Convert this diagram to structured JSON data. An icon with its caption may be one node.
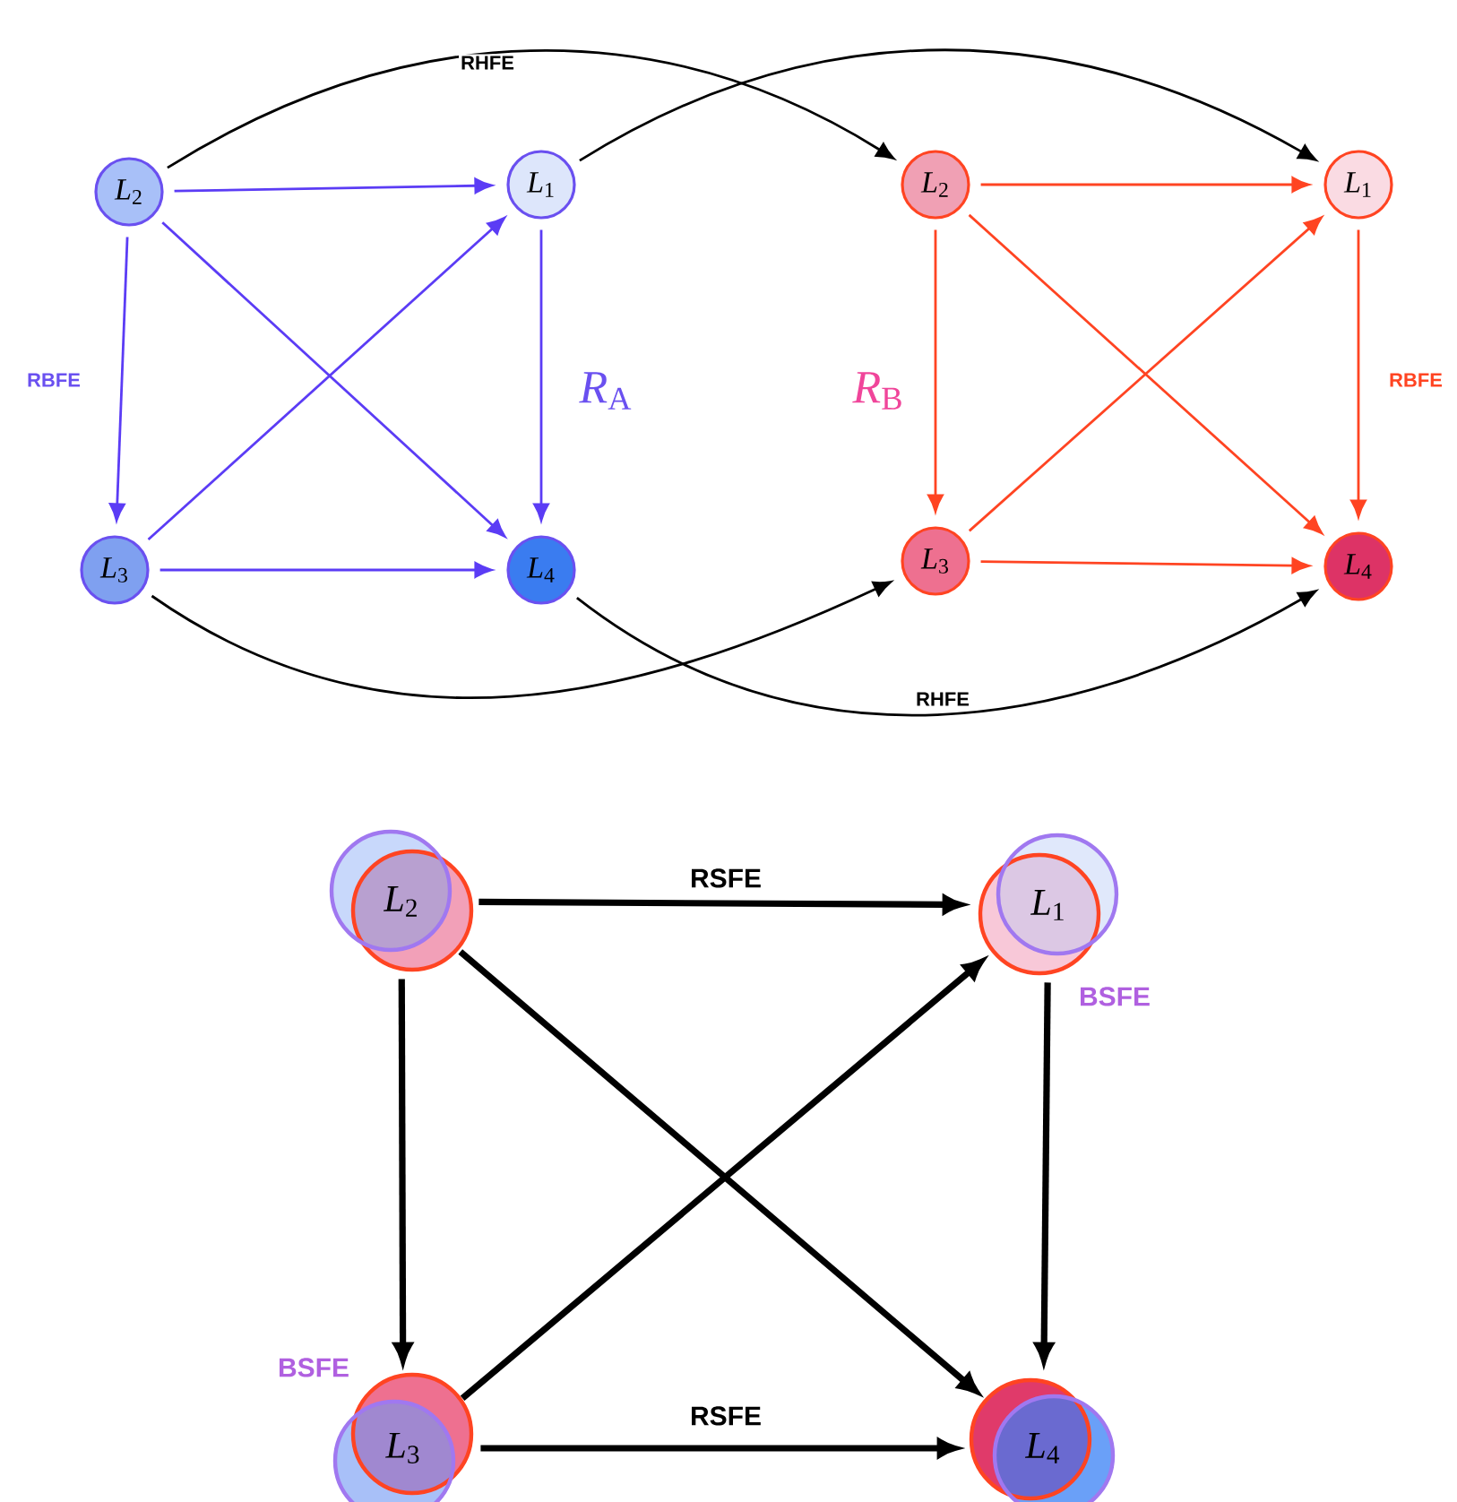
{
  "diagram": {
    "nodes": [
      {
        "text": [
          "*L*$_{2}$"
        ]
      },
      {
        "text": [
          "*L*$_{1}$"
        ]
      },
      {
        "text": [
          "*L*$_{3}$"
        ]
      },
      {
        "text": [
          "*L*$_{4}$"
        ]
      },
      {
        "text": [
          "*L*$_{2}$"
        ]
      },
      {
        "text": [
          "*L*$_{1}$"
        ]
      },
      {
        "text": [
          "*L*$_{3}$"
        ]
      },
      {
        "text": [
          "*L*$_{4}$"
        ]
      },
      {
        "text": [
          "*L*$_{2}$"
        ]
      },
      {
        "text": [
          "*L*$_{1}$"
        ]
      },
      {
        "text": [
          "*L*$_{3}$"
        ]
      },
      {
        "text": [
          "*L*$_{4}$"
        ]
      }
    ],
    "edges": [
      {
        "from": 0,
        "to": 1,
        "arrow": "to",
        "color": "#5b3cf5"
      },
      {
        "from": 0,
        "to": 2,
        "arrow": "to",
        "color": "#5b3cf5"
      },
      {
        "from": 0,
        "to": 3,
        "arrow": "to",
        "color": "#5b3cf5"
      },
      {
        "from": 2,
        "to": 1,
        "arrow": "to",
        "color": "#5b3cf5"
      },
      {
        "from": 1,
        "to": 3,
        "arrow": "to",
        "color": "#5b3cf5"
      },
      {
        "from": 2,
        "to": 3,
        "arrow": "to",
        "color": "#5b3cf5"
      },
      {
        "from": 4,
        "to": 5,
        "arrow": "to",
        "color": "#ff4422"
      },
      {
        "from": 4,
        "to": 6,
        "arrow": "to",
        "color": "#ff4422"
      },
      {
        "from": 4,
        "to": 7,
        "arrow": "to",
        "color": "#ff4422"
      },
      {
        "from": 6,
        "to": 5,
        "arrow": "to",
        "color": "#ff4422"
      },
      {
        "from": 5,
        "to": 7,
        "arrow": "to",
        "color": "#ff4422"
      },
      {
        "from": 6,
        "to": 7,
        "arrow": "to",
        "color": "#ff4422"
      },
      {
        "from": 0,
        "to": 4,
        "arrow": "to",
        "label": "RHFE"
      },
      {
        "from": 1,
        "to": 5,
        "arrow": "to"
      },
      {
        "from": 2,
        "to": 6,
        "arrow": "to"
      },
      {
        "from": 3,
        "to": 7,
        "arrow": "to",
        "label": "RHFE"
      },
      {
        "from": 8,
        "to": 9,
        "arrow": "to",
        "label": "RSFE",
        "style": "thick"
      },
      {
        "from": 8,
        "to": 10,
        "arrow": "to",
        "style": "thick"
      },
      {
        "from": 8,
        "to": 11,
        "arrow": "to",
        "style": "thick"
      },
      {
        "from": 10,
        "to": 9,
        "arrow": "to",
        "style": "thick"
      },
      {
        "from": 9,
        "to": 11,
        "arrow": "to",
        "style": "thick"
      },
      {
        "from": 10,
        "to": 11,
        "arrow": "to",
        "label": "RSFE",
        "style": "thick"
      }
    ],
    "labels": [
      "RBFE",
      "*R*$_{A}$",
      "*R*$_{B}$",
      "RBFE",
      "BSFE",
      "BSFE"
    ]
  }
}
